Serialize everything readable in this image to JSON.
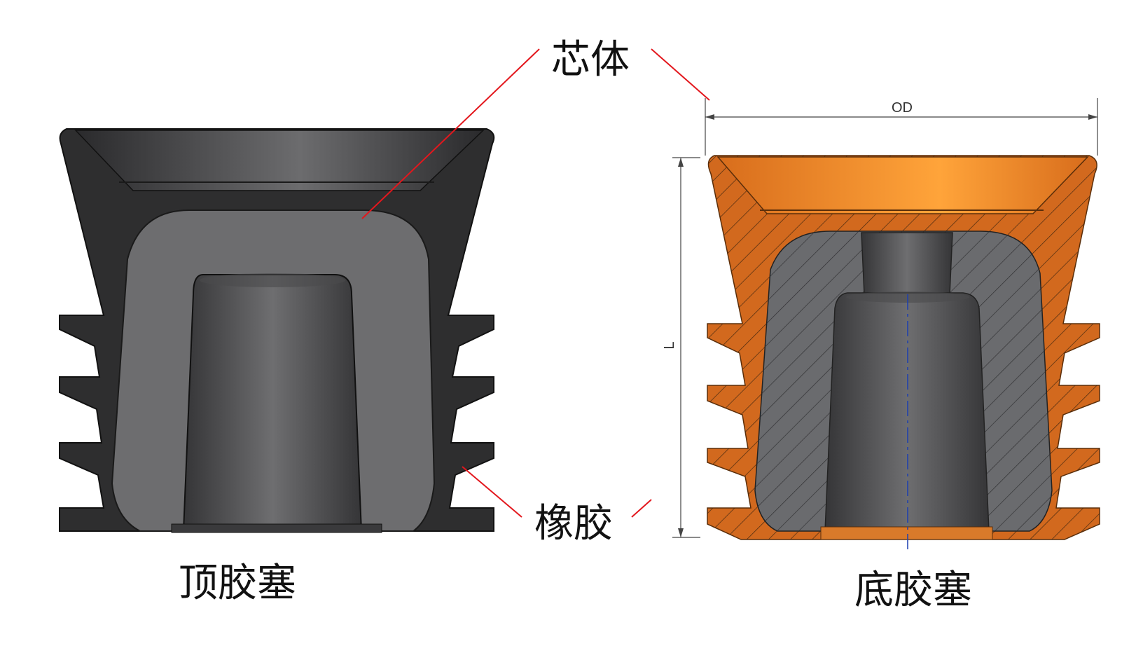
{
  "labels": {
    "core": "芯体",
    "rubber": "橡胶",
    "top_plug": "顶胶塞",
    "bottom_plug": "底胶塞"
  },
  "dimensions": {
    "outer_diameter": "OD",
    "length": "L"
  },
  "colors": {
    "leader_line": "#e3171d",
    "top_plug_rubber": "#2e2e2f",
    "top_plug_core": "#6d6d6f",
    "bottom_plug_rubber": "#d2691e",
    "bottom_plug_cup": "#f28c28",
    "bottom_plug_core": "#6a6b6e",
    "centerline": "#1c3fb0"
  }
}
